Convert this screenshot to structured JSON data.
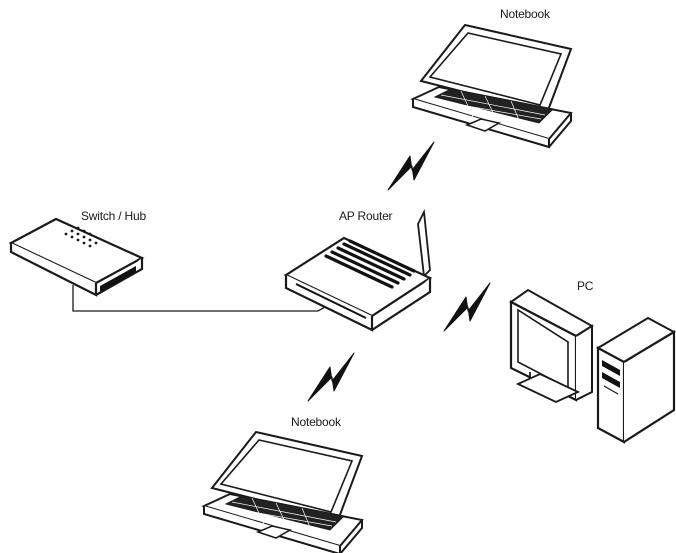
{
  "labels": {
    "notebook_top": "Notebook",
    "switch_hub": "Switch / Hub",
    "ap_router": "AP Router",
    "pc": "PC",
    "notebook_bottom": "Notebook"
  },
  "colors": {
    "stroke": "#1a1a1a",
    "fill": "#ffffff",
    "dark": "#111111",
    "shade": "#d9d9d9"
  },
  "icons": [
    "notebook-icon",
    "switch-hub-icon",
    "ap-router-icon",
    "pc-icon",
    "wireless-signal-icon",
    "ethernet-cable"
  ]
}
